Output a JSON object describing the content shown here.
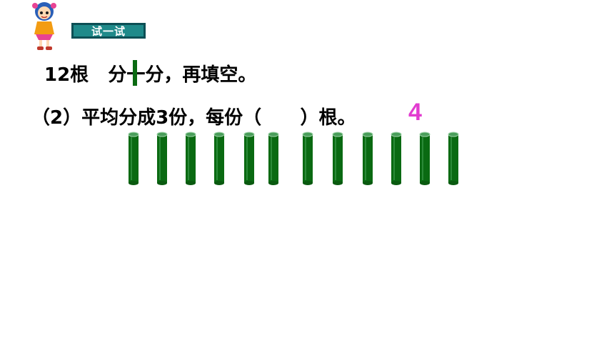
{
  "badge": {
    "label": "试一试"
  },
  "line1": {
    "text": "12根   分一分，再填空。"
  },
  "line2": {
    "text": "（2）平均分成3份，每份（      ）根。"
  },
  "answer": {
    "value": "4",
    "color": "#e23cd0"
  },
  "sticks": {
    "count": 12,
    "color": "#0a6a12"
  }
}
